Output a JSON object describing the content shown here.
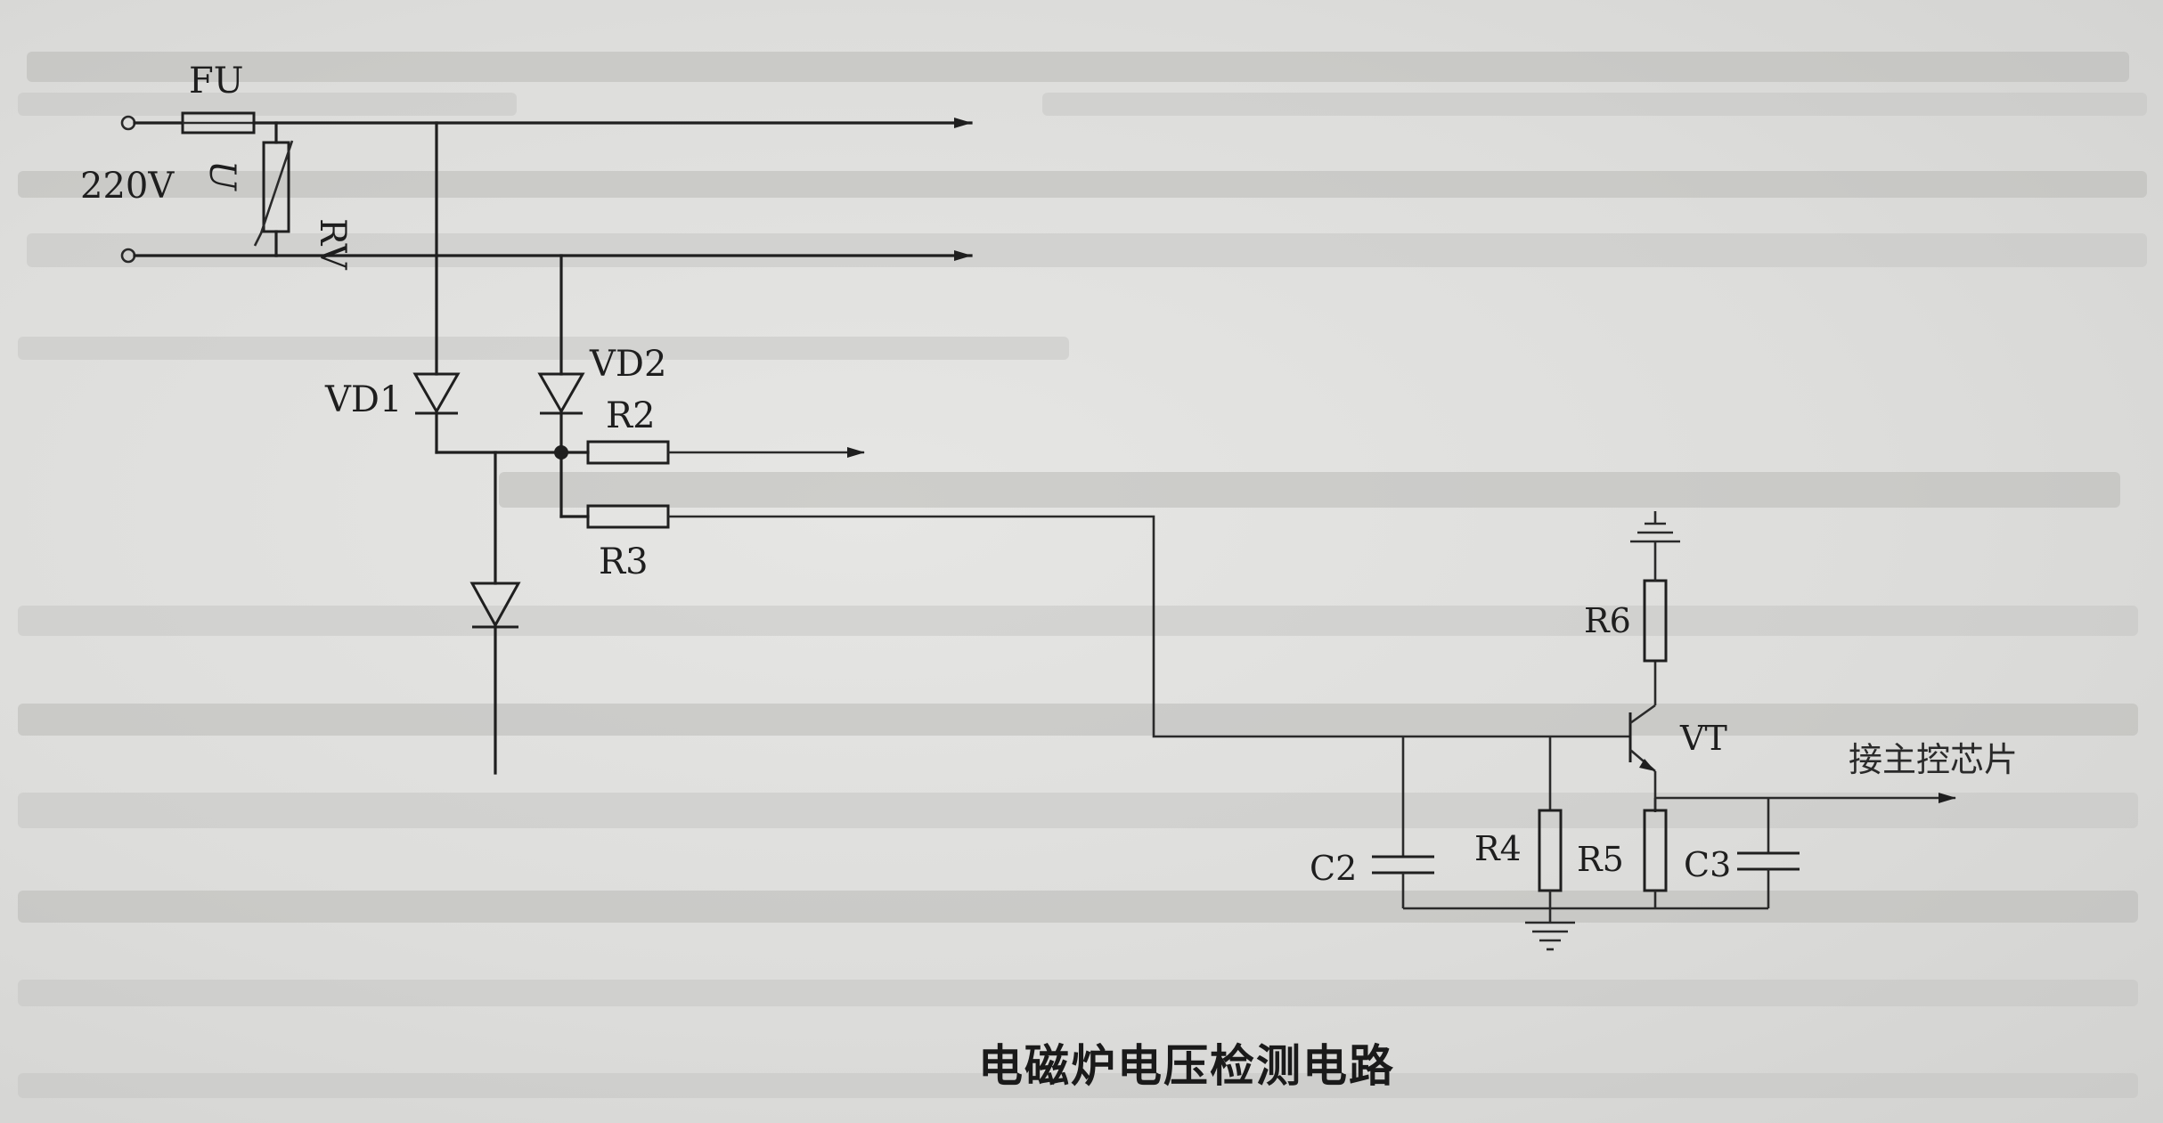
{
  "diagram": {
    "caption": "电磁炉电压检测电路",
    "input_voltage": "220V",
    "output_label": "接主控芯片",
    "components": {
      "fuse": "FU",
      "varistor": "RV",
      "voltage_symbol": "U",
      "diode_1": "VD1",
      "diode_2": "VD2",
      "resistor_2": "R2",
      "resistor_3": "R3",
      "resistor_4": "R4",
      "resistor_5": "R5",
      "resistor_6": "R6",
      "capacitor_2": "C2",
      "capacitor_3": "C3",
      "transistor": "VT"
    }
  },
  "colors": {
    "paper": "#dddddb",
    "ink": "#1f1f1f",
    "bleed_through": "#b9b9b7"
  }
}
